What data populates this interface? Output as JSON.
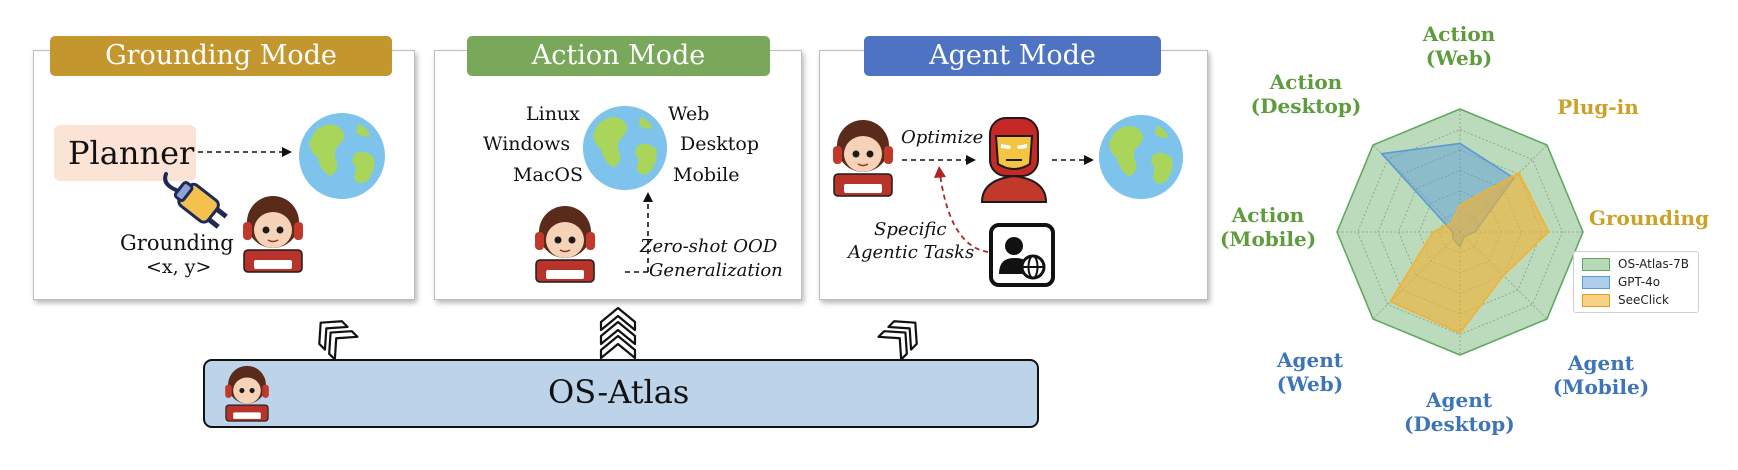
{
  "grounding_panel": {
    "title": "Grounding Mode",
    "title_color": "#C4962E",
    "planner": "Planner",
    "grounding_label": "Grounding",
    "coord_label": "<x, y>"
  },
  "action_panel": {
    "title": "Action Mode",
    "title_color": "#79A85A",
    "platforms_left": [
      "Linux",
      "Windows",
      "MacOS"
    ],
    "platforms_right": [
      "Web",
      "Desktop",
      "Mobile"
    ],
    "generalization": [
      "Zero-shot OOD",
      "Generalization"
    ]
  },
  "agent_panel": {
    "title": "Agent Mode",
    "title_color": "#4E73C2",
    "optimize": "Optimize",
    "tasks": [
      "Specific",
      "Agentic Tasks"
    ]
  },
  "base": {
    "label": "OS-Atlas",
    "fill": "#BCD3EA"
  },
  "chart_data": {
    "type": "radar",
    "axes": [
      {
        "name": [
          "Action",
          "(Web)"
        ],
        "color": "#5E9C3E"
      },
      {
        "name": [
          "Plug-in"
        ],
        "color": "#C9A227"
      },
      {
        "name": [
          "Grounding"
        ],
        "color": "#C9A227"
      },
      {
        "name": [
          "Agent",
          "(Mobile)"
        ],
        "color": "#3E74B8"
      },
      {
        "name": [
          "Agent",
          "(Desktop)"
        ],
        "color": "#3E74B8"
      },
      {
        "name": [
          "Agent",
          "(Web)"
        ],
        "color": "#3E74B8"
      },
      {
        "name": [
          "Action",
          "(Mobile)"
        ],
        "color": "#5E9C3E"
      },
      {
        "name": [
          "Action",
          "(Desktop)"
        ],
        "color": "#5E9C3E"
      }
    ],
    "rings": 6,
    "grid": true,
    "legend_position": "right",
    "series": [
      {
        "name": "OS-Atlas-7B",
        "values": [
          1.0,
          1.0,
          1.0,
          1.0,
          1.0,
          1.0,
          1.0,
          1.0
        ],
        "color": "#5FAA5F"
      },
      {
        "name": "GPT-4o",
        "values": [
          0.72,
          0.62,
          0.12,
          0.05,
          0.12,
          0.08,
          0.06,
          0.9
        ],
        "color": "#5B9BD5"
      },
      {
        "name": "SeeClick",
        "values": [
          0.22,
          0.68,
          0.72,
          0.5,
          0.82,
          0.8,
          0.22,
          0.1
        ],
        "color": "#F2B233"
      }
    ]
  }
}
